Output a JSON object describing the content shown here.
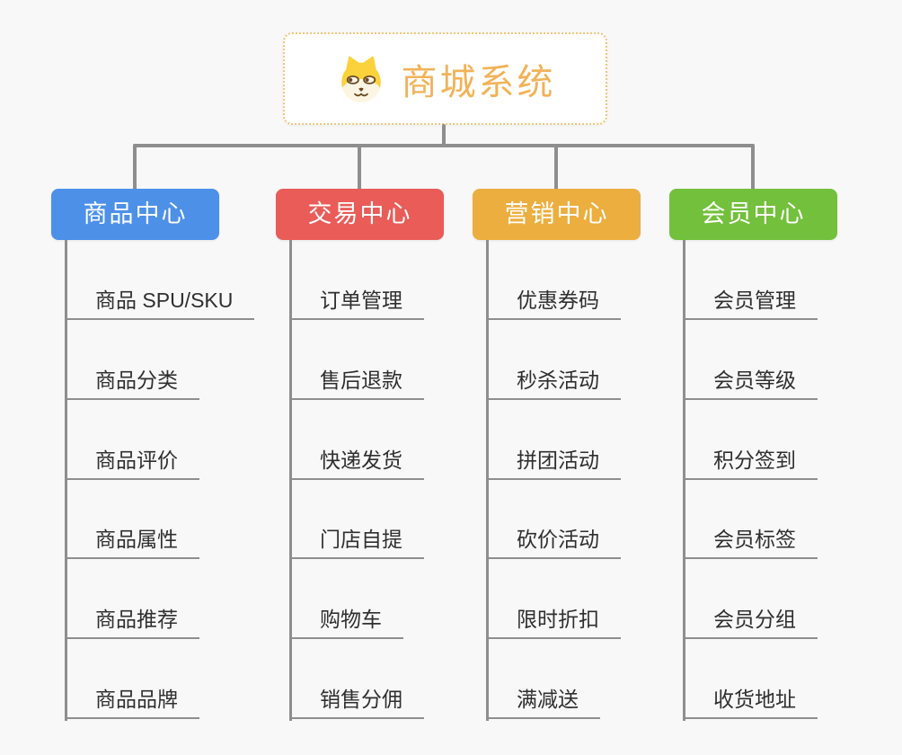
{
  "root": {
    "title": "商城系统",
    "icon": "shiba-dog-icon"
  },
  "colors": {
    "background": "#f8f8f8",
    "connector": "#8e8e8e",
    "root_border": "#f3c478",
    "root_text": "#f2b257",
    "leaf_text": "#2f2f2f",
    "leaf_underline": "#8e8e8e"
  },
  "branches": [
    {
      "title": "商品中心",
      "color": "#4d90e8",
      "items": [
        "商品 SPU/SKU",
        "商品分类",
        "商品评价",
        "商品属性",
        "商品推荐",
        "商品品牌"
      ]
    },
    {
      "title": "交易中心",
      "color": "#e95c58",
      "items": [
        "订单管理",
        "售后退款",
        "快递发货",
        "门店自提",
        "购物车",
        "销售分佣"
      ]
    },
    {
      "title": "营销中心",
      "color": "#ecae3e",
      "items": [
        "优惠券码",
        "秒杀活动",
        "拼团活动",
        "砍价活动",
        "限时折扣",
        "满减送"
      ]
    },
    {
      "title": "会员中心",
      "color": "#73c03c",
      "items": [
        "会员管理",
        "会员等级",
        "积分签到",
        "会员标签",
        "会员分组",
        "收货地址"
      ]
    }
  ]
}
